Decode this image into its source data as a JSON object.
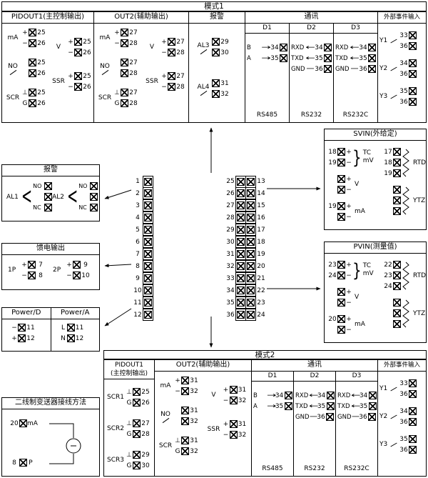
{
  "mode1": {
    "title": "模式1",
    "pidout1": {
      "title": "PIDOUT1(主控制输出)",
      "col1": [
        {
          "type": "mA",
          "rows": [
            {
              "s": "+",
              "n": "25"
            },
            {
              "s": "−",
              "n": "26"
            }
          ]
        },
        {
          "type": "NO",
          "rows": [
            {
              "s": "",
              "n": "25"
            },
            {
              "s": "",
              "n": "26"
            }
          ]
        },
        {
          "type": "SCR",
          "rows": [
            {
              "s": "⊥",
              "n": "25"
            },
            {
              "s": "G",
              "n": "26"
            }
          ]
        }
      ],
      "col2": [
        {
          "type": "V",
          "rows": [
            {
              "s": "+",
              "n": "25"
            },
            {
              "s": "−",
              "n": "26"
            }
          ]
        },
        {
          "type": "SSR",
          "rows": [
            {
              "s": "+",
              "n": "25"
            },
            {
              "s": "−",
              "n": "26"
            }
          ]
        }
      ]
    },
    "out2": {
      "title": "OUT2(辅助输出)",
      "col1": [
        {
          "type": "mA",
          "rows": [
            {
              "s": "+",
              "n": "27"
            },
            {
              "s": "−",
              "n": "28"
            }
          ]
        },
        {
          "type": "NO",
          "rows": [
            {
              "s": "",
              "n": "27"
            },
            {
              "s": "",
              "n": "28"
            }
          ]
        },
        {
          "type": "SCR",
          "rows": [
            {
              "s": "⊥",
              "n": "27"
            },
            {
              "s": "G",
              "n": "28"
            }
          ]
        }
      ],
      "col2": [
        {
          "type": "V",
          "rows": [
            {
              "s": "+",
              "n": "27"
            },
            {
              "s": "−",
              "n": "28"
            }
          ]
        },
        {
          "type": "SSR",
          "rows": [
            {
              "s": "+",
              "n": "27"
            },
            {
              "s": "−",
              "n": "28"
            }
          ]
        }
      ]
    },
    "alarm": {
      "title": "报警",
      "groups": [
        {
          "name": "AL3",
          "rows": [
            {
              "n": "29"
            },
            {
              "n": "30"
            }
          ]
        },
        {
          "name": "AL4",
          "rows": [
            {
              "n": "31"
            },
            {
              "n": "32"
            }
          ]
        }
      ]
    }
  },
  "mode2": {
    "title": "模式2",
    "pidout1": {
      "title_line1": "PIDOUT1",
      "title_line2": "(主控制输出)",
      "groups": [
        {
          "name": "SCR1",
          "rows": [
            {
              "s": "⊥",
              "n": "25"
            },
            {
              "s": "G",
              "n": "26"
            }
          ]
        },
        {
          "name": "SCR2",
          "rows": [
            {
              "s": "⊥",
              "n": "27"
            },
            {
              "s": "G",
              "n": "28"
            }
          ]
        },
        {
          "name": "SCR3",
          "rows": [
            {
              "s": "⊥",
              "n": "29"
            },
            {
              "s": "G",
              "n": "30"
            }
          ]
        }
      ]
    },
    "out2": {
      "title": "OUT2(辅助输出)",
      "col1": [
        {
          "type": "mA",
          "rows": [
            {
              "s": "+",
              "n": "31"
            },
            {
              "s": "−",
              "n": "32"
            }
          ]
        },
        {
          "type": "NO",
          "rows": [
            {
              "s": "",
              "n": "31"
            },
            {
              "s": "",
              "n": "32"
            }
          ]
        },
        {
          "type": "SCR",
          "rows": [
            {
              "s": "⊥",
              "n": "31"
            },
            {
              "s": "G",
              "n": "32"
            }
          ]
        }
      ],
      "col2": [
        {
          "type": "V",
          "rows": [
            {
              "s": "+",
              "n": "31"
            },
            {
              "s": "−",
              "n": "32"
            }
          ]
        },
        {
          "type": "SSR",
          "rows": [
            {
              "s": "+",
              "n": "31"
            },
            {
              "s": "−",
              "n": "32"
            }
          ]
        }
      ]
    }
  },
  "comm": {
    "title": "通讯",
    "sections": [
      {
        "name": "D1",
        "std": "RS485",
        "rows": [
          {
            "l": "B",
            "a": "→",
            "n": "34"
          },
          {
            "l": "A",
            "a": "→",
            "n": "35"
          }
        ]
      },
      {
        "name": "D2",
        "std": "RS232",
        "rows": [
          {
            "l": "RXD",
            "a": "←",
            "n": "34"
          },
          {
            "l": "TXD",
            "a": "←",
            "n": "35"
          },
          {
            "l": "GND",
            "a": "─",
            "n": "36"
          }
        ]
      },
      {
        "name": "D3",
        "std": "RS232C",
        "rows": [
          {
            "l": "RXD",
            "a": "←",
            "n": "34"
          },
          {
            "l": "TXD",
            "a": "←",
            "n": "35"
          },
          {
            "l": "GND",
            "a": "─",
            "n": "36"
          }
        ]
      }
    ]
  },
  "events": {
    "title": "外部事件输入",
    "groups": [
      {
        "name": "Y1",
        "rows": [
          {
            "n": "33"
          },
          {
            "n": "36"
          }
        ]
      },
      {
        "name": "Y2",
        "rows": [
          {
            "n": "34"
          },
          {
            "n": "36"
          }
        ]
      },
      {
        "name": "Y3",
        "rows": [
          {
            "n": "35"
          },
          {
            "n": "36"
          }
        ]
      }
    ]
  },
  "left": {
    "alarm": {
      "title": "报警",
      "groups": [
        {
          "name": "AL1",
          "rows": [
            {
              "s": "NO"
            },
            {
              "s": ""
            },
            {
              "s": "NC"
            }
          ]
        },
        {
          "name": "AL2",
          "rows": [
            {
              "s": "NO"
            },
            {
              "s": ""
            },
            {
              "s": "NC"
            }
          ]
        }
      ]
    },
    "feed": {
      "title": "馈电输出",
      "groups": [
        {
          "name": "1P",
          "rows": [
            {
              "s": "+",
              "n": "7"
            },
            {
              "s": "−",
              "n": "8"
            }
          ]
        },
        {
          "name": "2P",
          "rows": [
            {
              "s": "+",
              "n": "9"
            },
            {
              "s": "−",
              "n": "10"
            }
          ]
        }
      ]
    },
    "power": {
      "boxes": [
        {
          "title": "Power/D",
          "rows": [
            {
              "s": "−",
              "n": "11"
            },
            {
              "s": "+",
              "n": "12"
            }
          ]
        },
        {
          "title": "Power/A",
          "rows": [
            {
              "s": "L",
              "n": "11"
            },
            {
              "s": "N",
              "n": "12"
            }
          ]
        }
      ]
    },
    "transmitter": {
      "title": "二线制变送器接线方法",
      "rows": [
        {
          "n": "20",
          "s": "mA"
        },
        {
          "n": "8",
          "s": "P"
        }
      ]
    }
  },
  "center": {
    "left": [
      "1",
      "2",
      "3",
      "4",
      "5",
      "6",
      "7",
      "8",
      "9",
      "10",
      "11",
      "12"
    ],
    "right": [
      {
        "l": "25",
        "r": "13"
      },
      {
        "l": "26",
        "r": "14"
      },
      {
        "l": "27",
        "r": "15"
      },
      {
        "l": "28",
        "r": "16"
      },
      {
        "l": "29",
        "r": "17"
      },
      {
        "l": "30",
        "r": "18"
      },
      {
        "l": "31",
        "r": "19"
      },
      {
        "l": "32",
        "r": "20"
      },
      {
        "l": "33",
        "r": "21"
      },
      {
        "l": "34",
        "r": "22"
      },
      {
        "l": "35",
        "r": "23"
      },
      {
        "l": "36",
        "r": "24"
      }
    ]
  },
  "svin": {
    "title": "SVIN(外给定)",
    "tc": {
      "labels": [
        "TC",
        "mV"
      ],
      "rows": [
        {
          "n": "18",
          "s": "+"
        },
        {
          "n": "19",
          "s": "−"
        }
      ]
    },
    "v": {
      "label": "V",
      "rows": [
        {
          "n": "",
          "s": "+"
        },
        {
          "n": "",
          "s": "−"
        }
      ]
    },
    "ma": {
      "label": "mA",
      "rows": [
        {
          "n": "19",
          "s": "+"
        },
        {
          "n": "",
          "s": "−"
        }
      ]
    },
    "rtd": {
      "label": "RTD",
      "rows": [
        {
          "n": "17"
        },
        {
          "n": "18"
        },
        {
          "n": "19"
        }
      ]
    },
    "ytz": {
      "label": "YTZ",
      "rows": [
        {
          "n": ""
        },
        {
          "n": ""
        },
        {
          "n": ""
        }
      ]
    }
  },
  "pvin": {
    "title": "PVIN(测量值)",
    "tc": {
      "labels": [
        "TC",
        "mV"
      ],
      "rows": [
        {
          "n": "23",
          "s": "+"
        },
        {
          "n": "24",
          "s": "−"
        }
      ]
    },
    "v": {
      "label": "V",
      "rows": [
        {
          "n": "",
          "s": "+"
        },
        {
          "n": "",
          "s": "−"
        }
      ]
    },
    "ma": {
      "label": "mA",
      "rows": [
        {
          "n": "20",
          "s": "+"
        },
        {
          "n": "",
          "s": "−"
        }
      ]
    },
    "rtd": {
      "label": "RTD",
      "rows": [
        {
          "n": "22"
        },
        {
          "n": "23"
        },
        {
          "n": "24"
        }
      ]
    },
    "ytz": {
      "label": "YTZ",
      "rows": [
        {
          "n": ""
        },
        {
          "n": ""
        },
        {
          "n": ""
        }
      ]
    }
  }
}
